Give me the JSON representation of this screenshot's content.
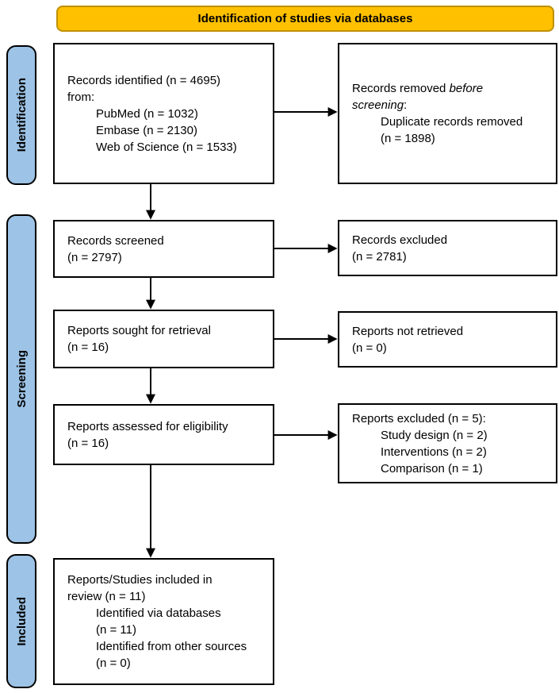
{
  "banner": {
    "title": "Identification of studies via databases"
  },
  "stages": {
    "identification": "Identification",
    "screening": "Screening",
    "included": "Included"
  },
  "colors": {
    "banner_bg": "#FFC000",
    "banner_border": "#BF9000",
    "stage_bg": "#9DC3E6",
    "box_border": "#000000"
  },
  "boxes": {
    "records_identified": {
      "line1": "Records identified (n = 4695)",
      "line2": "from:",
      "items": [
        "PubMed (n = 1032)",
        "Embase (n = 2130)",
        "Web of Science (n = 1533)"
      ]
    },
    "records_removed": {
      "l1_regular": "Records removed",
      "l1_italic": "before",
      "l2_italic": "screening",
      "l2_regular": ":",
      "item_line1": "Duplicate records removed",
      "item_line2": "(n = 1898)"
    },
    "records_screened": {
      "line1": "Records screened",
      "line2": "(n = 2797)"
    },
    "records_excluded": {
      "line1": "Records excluded",
      "line2": "(n = 2781)"
    },
    "reports_sought": {
      "line1": "Reports sought for retrieval",
      "line2": "(n = 16)"
    },
    "reports_not_retrieved": {
      "line1": "Reports not retrieved",
      "line2": "(n = 0)"
    },
    "reports_assessed": {
      "line1": "Reports assessed for eligibility",
      "line2": "(n = 16)"
    },
    "reports_excluded": {
      "header": "Reports excluded (n = 5):",
      "items": [
        "Study design (n = 2)",
        "Interventions (n = 2)",
        "Comparison (n = 1)"
      ]
    },
    "included_studies": {
      "line1": "Reports/Studies included in",
      "line2": "review (n = 11)",
      "items": [
        "Identified via databases",
        "(n = 11)",
        "Identified from other sources",
        "(n = 0)"
      ]
    }
  }
}
